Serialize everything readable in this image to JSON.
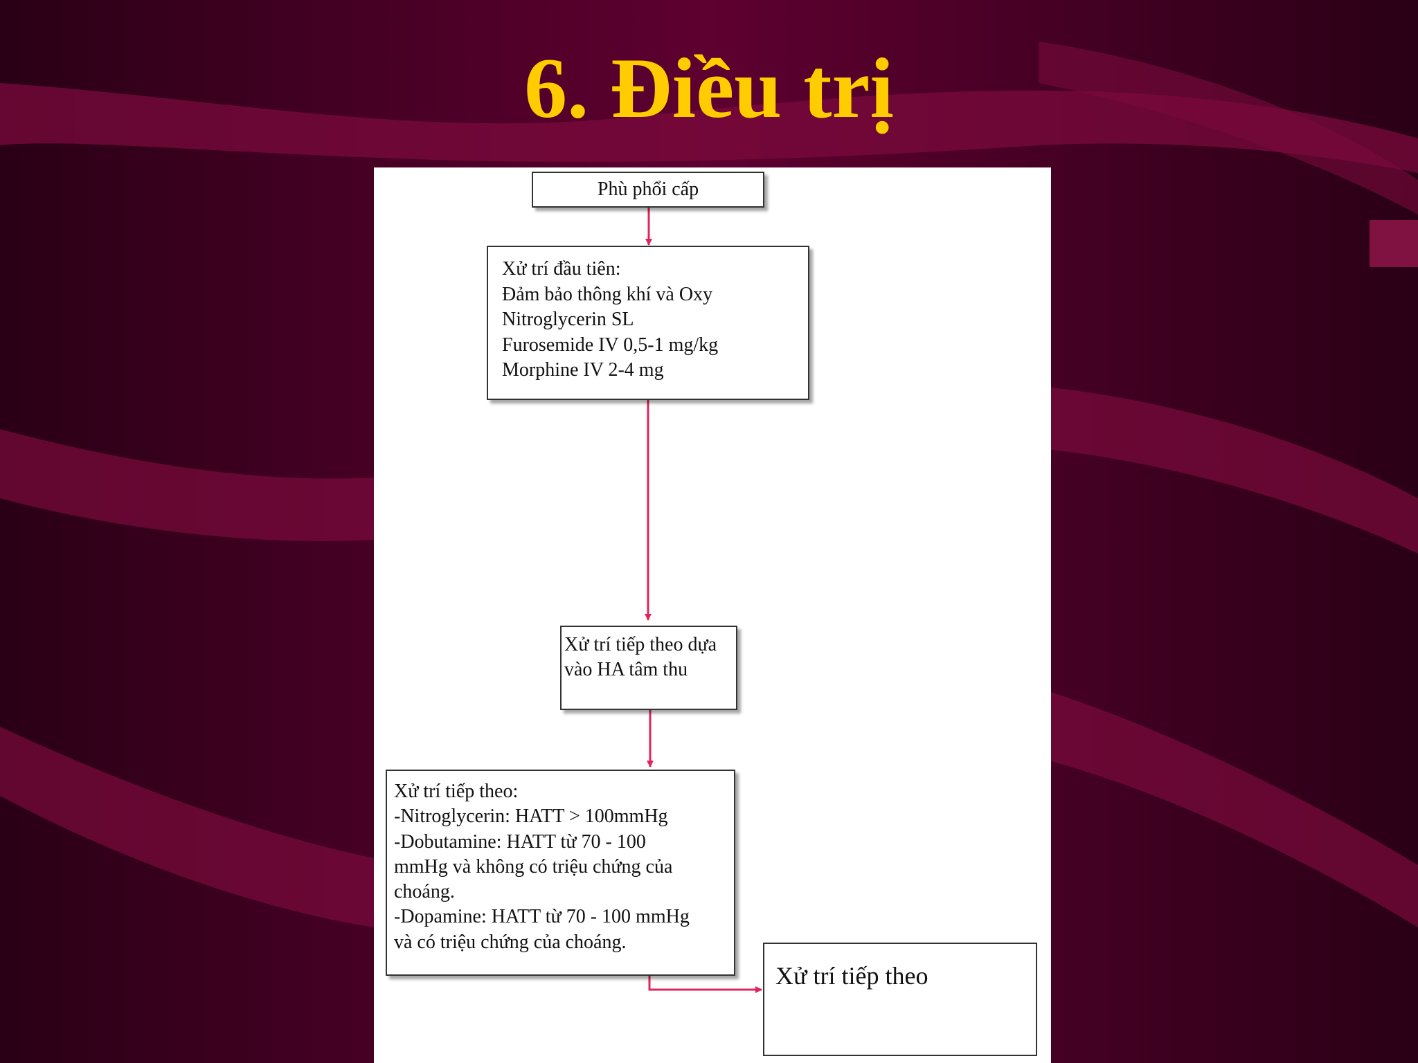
{
  "slide": {
    "title": "6. Điều trị"
  },
  "flowchart": {
    "box1": {
      "text": "Phù phổi cấp"
    },
    "box2": {
      "lines": [
        "Xử trí đầu tiên:",
        "Đảm bảo thông khí và Oxy",
        "Nitroglycerin SL",
        "Furosemide IV 0,5-1 mg/kg",
        "Morphine IV 2-4 mg"
      ]
    },
    "box3": {
      "lines": [
        "Xử trí tiếp theo dựa",
        "vào HA tâm thu"
      ]
    },
    "box4": {
      "lines": [
        "Xử trí tiếp theo:",
        "-Nitroglycerin: HATT > 100mmHg",
        "-Dobutamine: HATT từ 70 - 100",
        "mmHg và không có triệu chứng của",
        "choáng.",
        "-Dopamine: HATT từ 70 - 100 mmHg",
        "và có triệu chứng của choáng."
      ]
    },
    "box5": {
      "text": "Xử trí tiếp theo"
    }
  },
  "colors": {
    "title": "#ffcc00",
    "arrow": "#e0245e",
    "background": "#4a0026"
  }
}
